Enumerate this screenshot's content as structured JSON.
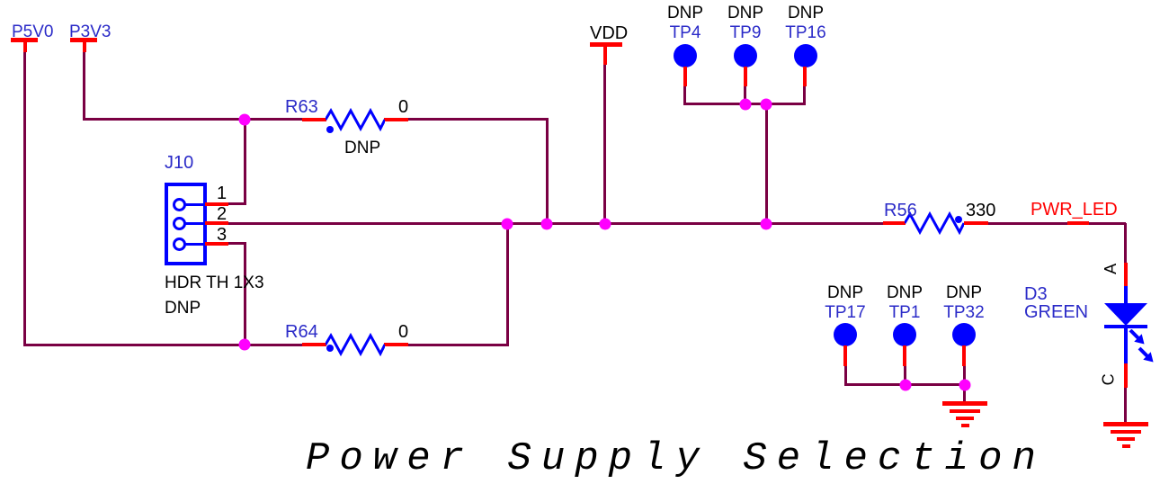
{
  "title": "Power Supply Selection",
  "colors": {
    "wire": "#7a0043",
    "stub": "#ff0000",
    "symbol": "#0000ff",
    "ref_text": "#2b2bc8",
    "plain_text": "#000000",
    "junction": "#ff00ff",
    "net_label": "#ff0000",
    "canvas": "#ffffff"
  },
  "power_flags": {
    "p5v0": "P5V0",
    "p3v3": "P3V3",
    "vdd": "VDD"
  },
  "connector": {
    "ref": "J10",
    "part": "HDR TH 1X3",
    "note": "DNP",
    "pins": [
      "1",
      "2",
      "3"
    ]
  },
  "resistors": {
    "R63": {
      "ref": "R63",
      "value": "0",
      "note": "DNP"
    },
    "R64": {
      "ref": "R64",
      "value": "0"
    },
    "R56": {
      "ref": "R56",
      "value": "330"
    }
  },
  "test_points": {
    "top": [
      {
        "note": "DNP",
        "ref": "TP4"
      },
      {
        "note": "DNP",
        "ref": "TP9"
      },
      {
        "note": "DNP",
        "ref": "TP16"
      }
    ],
    "bottom": [
      {
        "note": "DNP",
        "ref": "TP17"
      },
      {
        "note": "DNP",
        "ref": "TP1"
      },
      {
        "note": "DNP",
        "ref": "TP32"
      }
    ]
  },
  "led": {
    "ref": "D3",
    "color_name": "GREEN",
    "anode_pin": "A",
    "cathode_pin": "C"
  },
  "net_label": "PWR_LED"
}
